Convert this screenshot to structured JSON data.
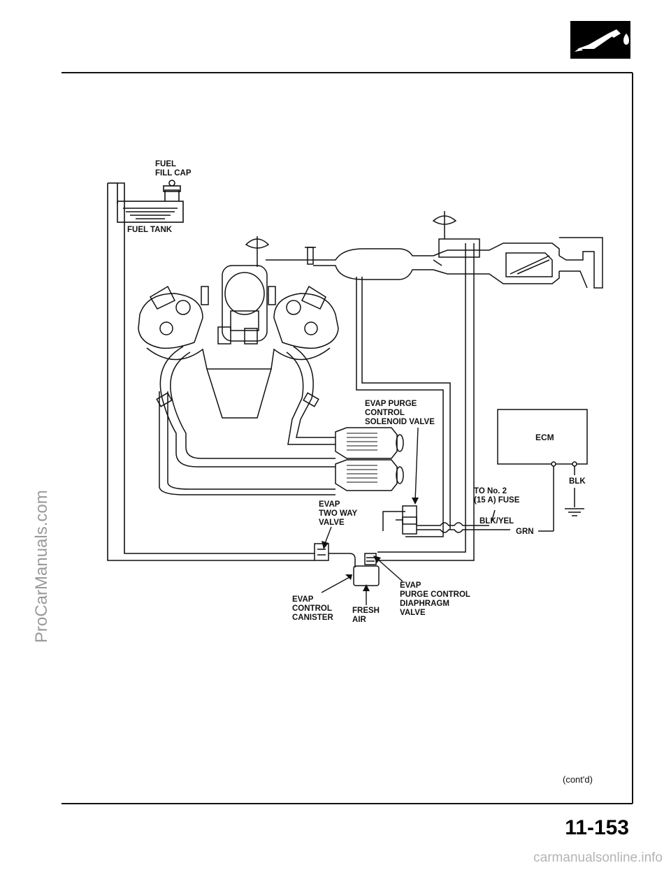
{
  "labels": {
    "fuel_fill_cap": "FUEL\nFILL CAP",
    "fuel_tank": "FUEL TANK",
    "evap_purge_solenoid": "EVAP PURGE\nCONTROL\nSOLENOID VALVE",
    "ecm": "ECM",
    "blk": "BLK",
    "to_fuse": "TO No. 2\n(15 A) FUSE",
    "blk_yel": "BLK/YEL",
    "grn": "GRN",
    "evap_two_way": "EVAP\nTWO WAY\nVALVE",
    "evap_purge_diaphragm": "EVAP\nPURGE CONTROL\nDIAPHRAGM\nVALVE",
    "evap_canister": "EVAP\nCONTROL\nCANISTER",
    "fresh_air": "FRESH\nAIR"
  },
  "footer": {
    "contd": "(cont'd)",
    "page_number": "11-153"
  },
  "watermarks": {
    "left": "ProCarManuals.com",
    "bottom": "carmanualsonline.info"
  },
  "icons": {
    "section": "fuel-nozzle-icon"
  }
}
